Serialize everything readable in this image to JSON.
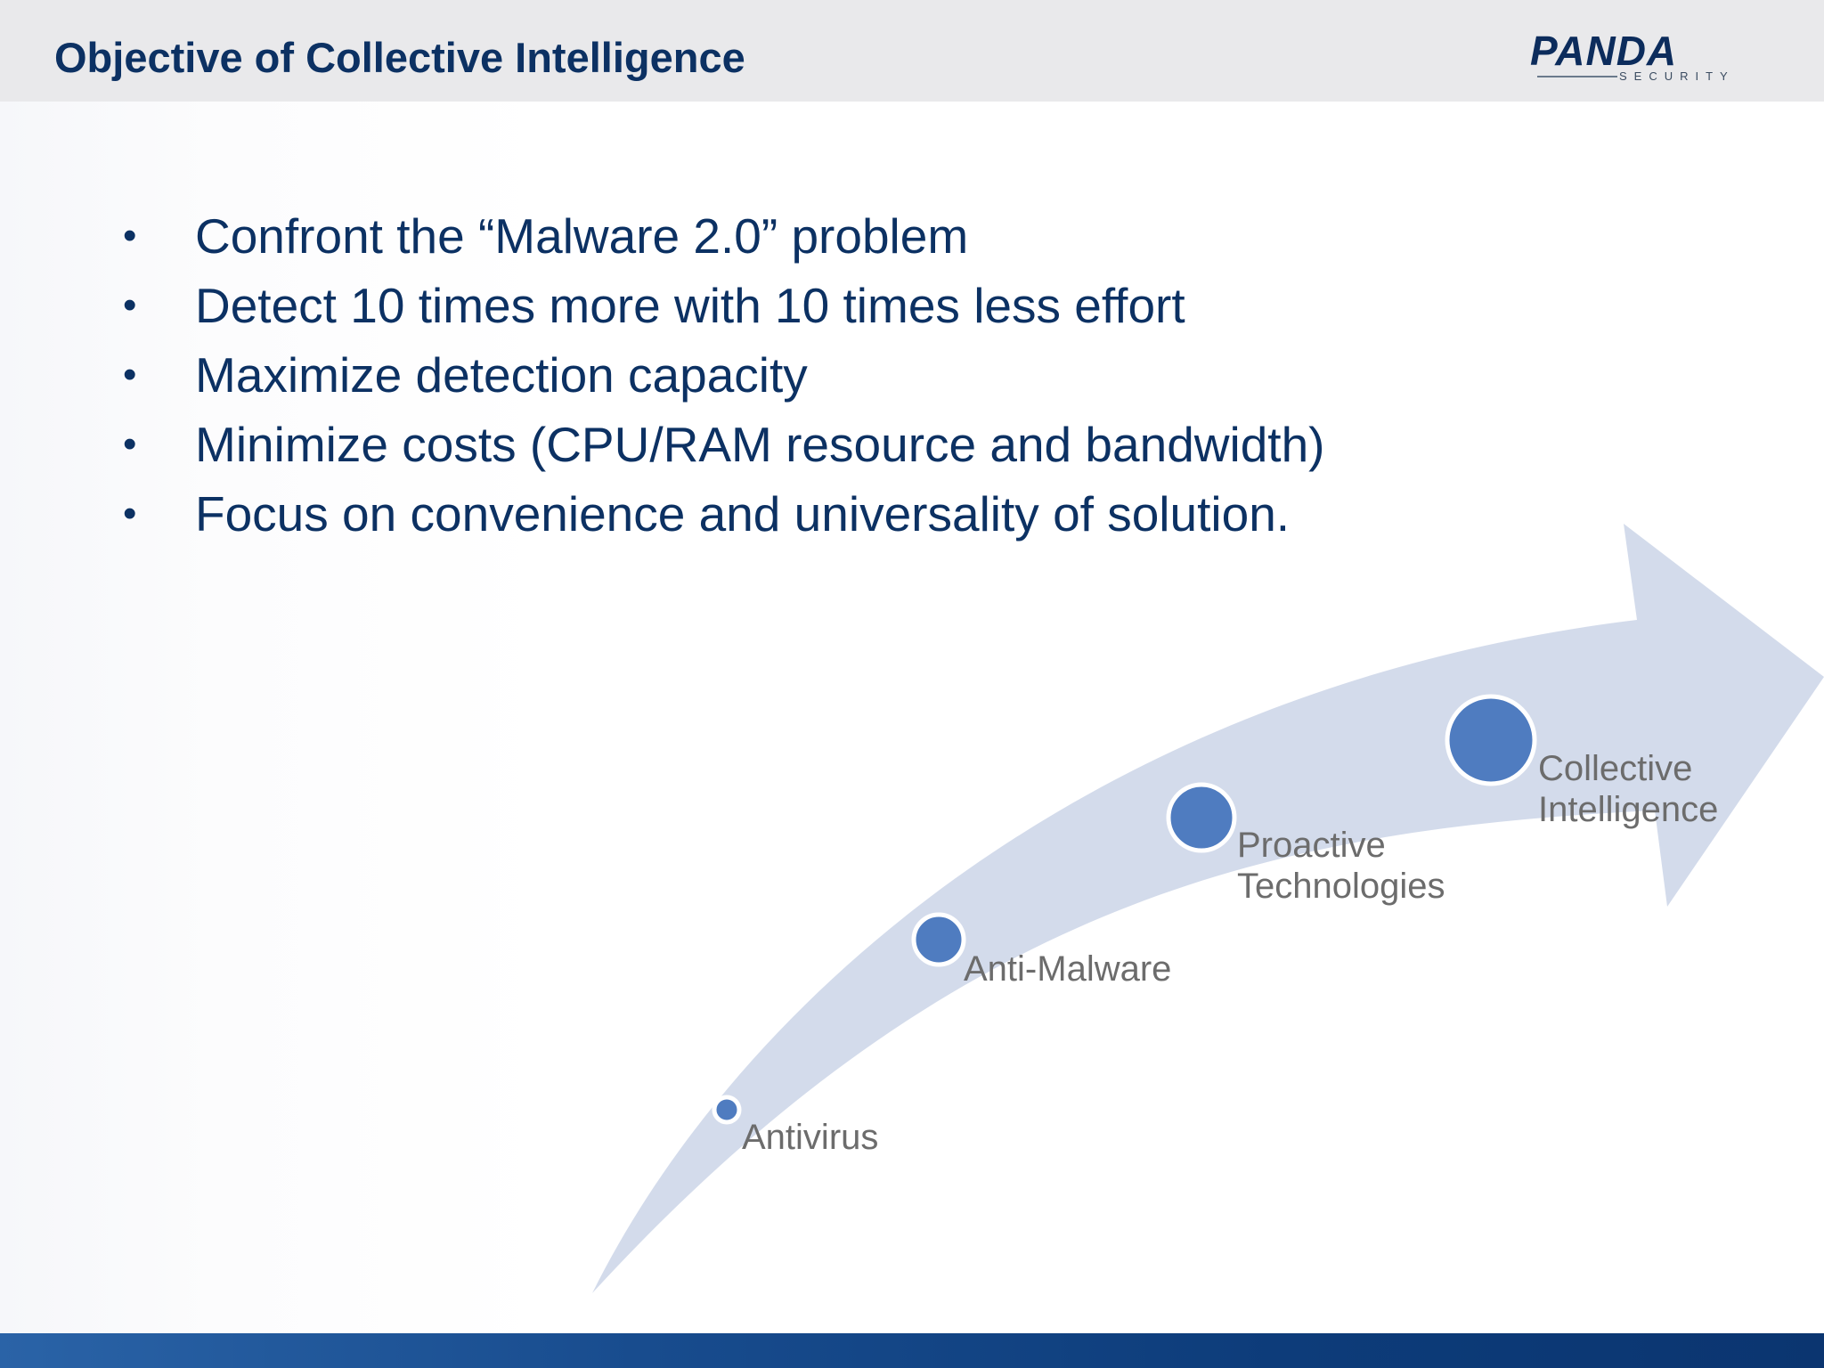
{
  "slide": {
    "title": "Objective of Collective Intelligence"
  },
  "logo": {
    "name": "PANDA",
    "subtitle": "SECURITY",
    "color": "#0c2c5c"
  },
  "bullets": [
    "Confront the “Malware 2.0” problem",
    "Detect 10 times more with 10 times less effort",
    "Maximize detection capacity",
    "Minimize costs (CPU/RAM resource and bandwidth)",
    "Focus on convenience and universality of solution."
  ],
  "bullet_symbol": "•",
  "diagram": {
    "arrow_color": "#d3dbeb",
    "node_color": "#4f7cc0",
    "stages": [
      {
        "lines": [
          "Antivirus"
        ]
      },
      {
        "lines": [
          "Anti-Malware"
        ]
      },
      {
        "lines": [
          "Proactive",
          "Technologies"
        ]
      },
      {
        "lines": [
          "Collective",
          "Intelligence"
        ]
      }
    ]
  },
  "colors": {
    "title": "#0c3163",
    "header_background": "#e9e9eb",
    "footer": "#184c8e"
  }
}
